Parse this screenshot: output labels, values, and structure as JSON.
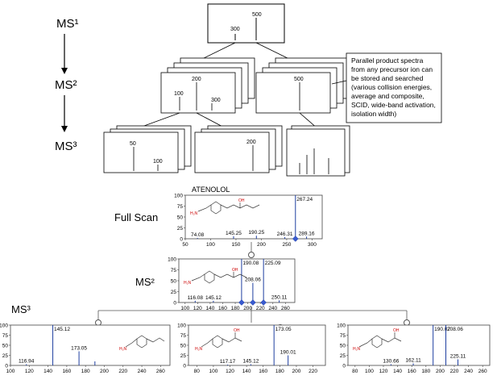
{
  "top_tree": {
    "levels": [
      "MS¹",
      "MS²",
      "MS³"
    ],
    "ms1_peaks": [
      "300",
      "500"
    ],
    "ms2_left_peaks": [
      "100",
      "200",
      "300"
    ],
    "ms2_right_peaks": [
      "500"
    ],
    "ms3_left_peaks": [
      "50",
      "100"
    ],
    "ms3_mid_peaks": [
      "200"
    ],
    "note_lines": [
      "Parallel product spectra",
      "from any precursor ion can",
      "be stored and searched",
      "(various collision energies,",
      "average and composite,",
      "SCID, wide-band activation,",
      "isolation width)"
    ]
  },
  "bottom": {
    "compound": "ATENOLOL",
    "full_scan_label": "Full Scan",
    "ms2_label": "MS²",
    "ms3_label": "MS³",
    "full_scan": {
      "yticks": [
        "100",
        "75",
        "50",
        "25",
        "0"
      ],
      "xticks": [
        "50",
        "100",
        "150",
        "200",
        "250",
        "300"
      ],
      "peaks": [
        {
          "mz": "74.08",
          "x": 74.08,
          "h": 0.02
        },
        {
          "mz": "145.25",
          "x": 145.25,
          "h": 0.06
        },
        {
          "mz": "190.25",
          "x": 190.25,
          "h": 0.07
        },
        {
          "mz": "246.31",
          "x": 246.31,
          "h": 0.04
        },
        {
          "mz": "267.24",
          "x": 267.24,
          "h": 1.0
        },
        {
          "mz": "289.16",
          "x": 289.16,
          "h": 0.05
        }
      ]
    },
    "ms2": {
      "yticks": [
        "100",
        "75",
        "50",
        "25",
        "0"
      ],
      "xticks": [
        "100",
        "120",
        "140",
        "160",
        "180",
        "200",
        "220",
        "240",
        "260"
      ],
      "peaks": [
        {
          "mz": "116.08",
          "x": 116.08,
          "h": 0.04
        },
        {
          "mz": "145.12",
          "x": 145.12,
          "h": 0.04
        },
        {
          "mz": "190.08",
          "x": 190.08,
          "h": 1.0
        },
        {
          "mz": "208.06",
          "x": 208.06,
          "h": 0.45
        },
        {
          "mz": "225.09",
          "x": 225.09,
          "h": 1.0
        },
        {
          "mz": "250.11",
          "x": 250.11,
          "h": 0.05
        }
      ]
    },
    "ms3_a": {
      "yticks": [
        "100",
        "75",
        "50",
        "25",
        "0"
      ],
      "xticks": [
        "100",
        "120",
        "140",
        "160",
        "180",
        "200",
        "220",
        "240",
        "260"
      ],
      "peaks": [
        {
          "mz": "116.94",
          "x": 116.94,
          "h": 0.03
        },
        {
          "mz": "145.12",
          "x": 145.12,
          "h": 1.0
        },
        {
          "mz": "173.05",
          "x": 173.05,
          "h": 0.35
        },
        {
          "mz": "",
          "x": 190,
          "h": 0.1
        }
      ]
    },
    "ms3_b": {
      "yticks": [
        "100",
        "75",
        "50",
        "25",
        "0"
      ],
      "xticks": [
        "80",
        "100",
        "120",
        "140",
        "160",
        "180",
        "200",
        "220"
      ],
      "peaks": [
        {
          "mz": "117.17",
          "x": 117.17,
          "h": 0.02
        },
        {
          "mz": "145.12",
          "x": 145.12,
          "h": 0.03
        },
        {
          "mz": "173.05",
          "x": 173.05,
          "h": 1.0
        },
        {
          "mz": "190.01",
          "x": 190.01,
          "h": 0.25
        }
      ]
    },
    "ms3_c": {
      "yticks": [
        "100",
        "75",
        "50",
        "25",
        "0"
      ],
      "xticks": [
        "80",
        "100",
        "120",
        "140",
        "160",
        "180",
        "200",
        "220",
        "240",
        "260"
      ],
      "peaks": [
        {
          "mz": "130.66",
          "x": 130.66,
          "h": 0.03
        },
        {
          "mz": "162.11",
          "x": 162.11,
          "h": 0.05
        },
        {
          "mz": "190.07",
          "x": 190.07,
          "h": 1.0
        },
        {
          "mz": "208.06",
          "x": 208.06,
          "h": 1.0
        },
        {
          "mz": "225.11",
          "x": 225.11,
          "h": 0.15
        }
      ]
    }
  }
}
